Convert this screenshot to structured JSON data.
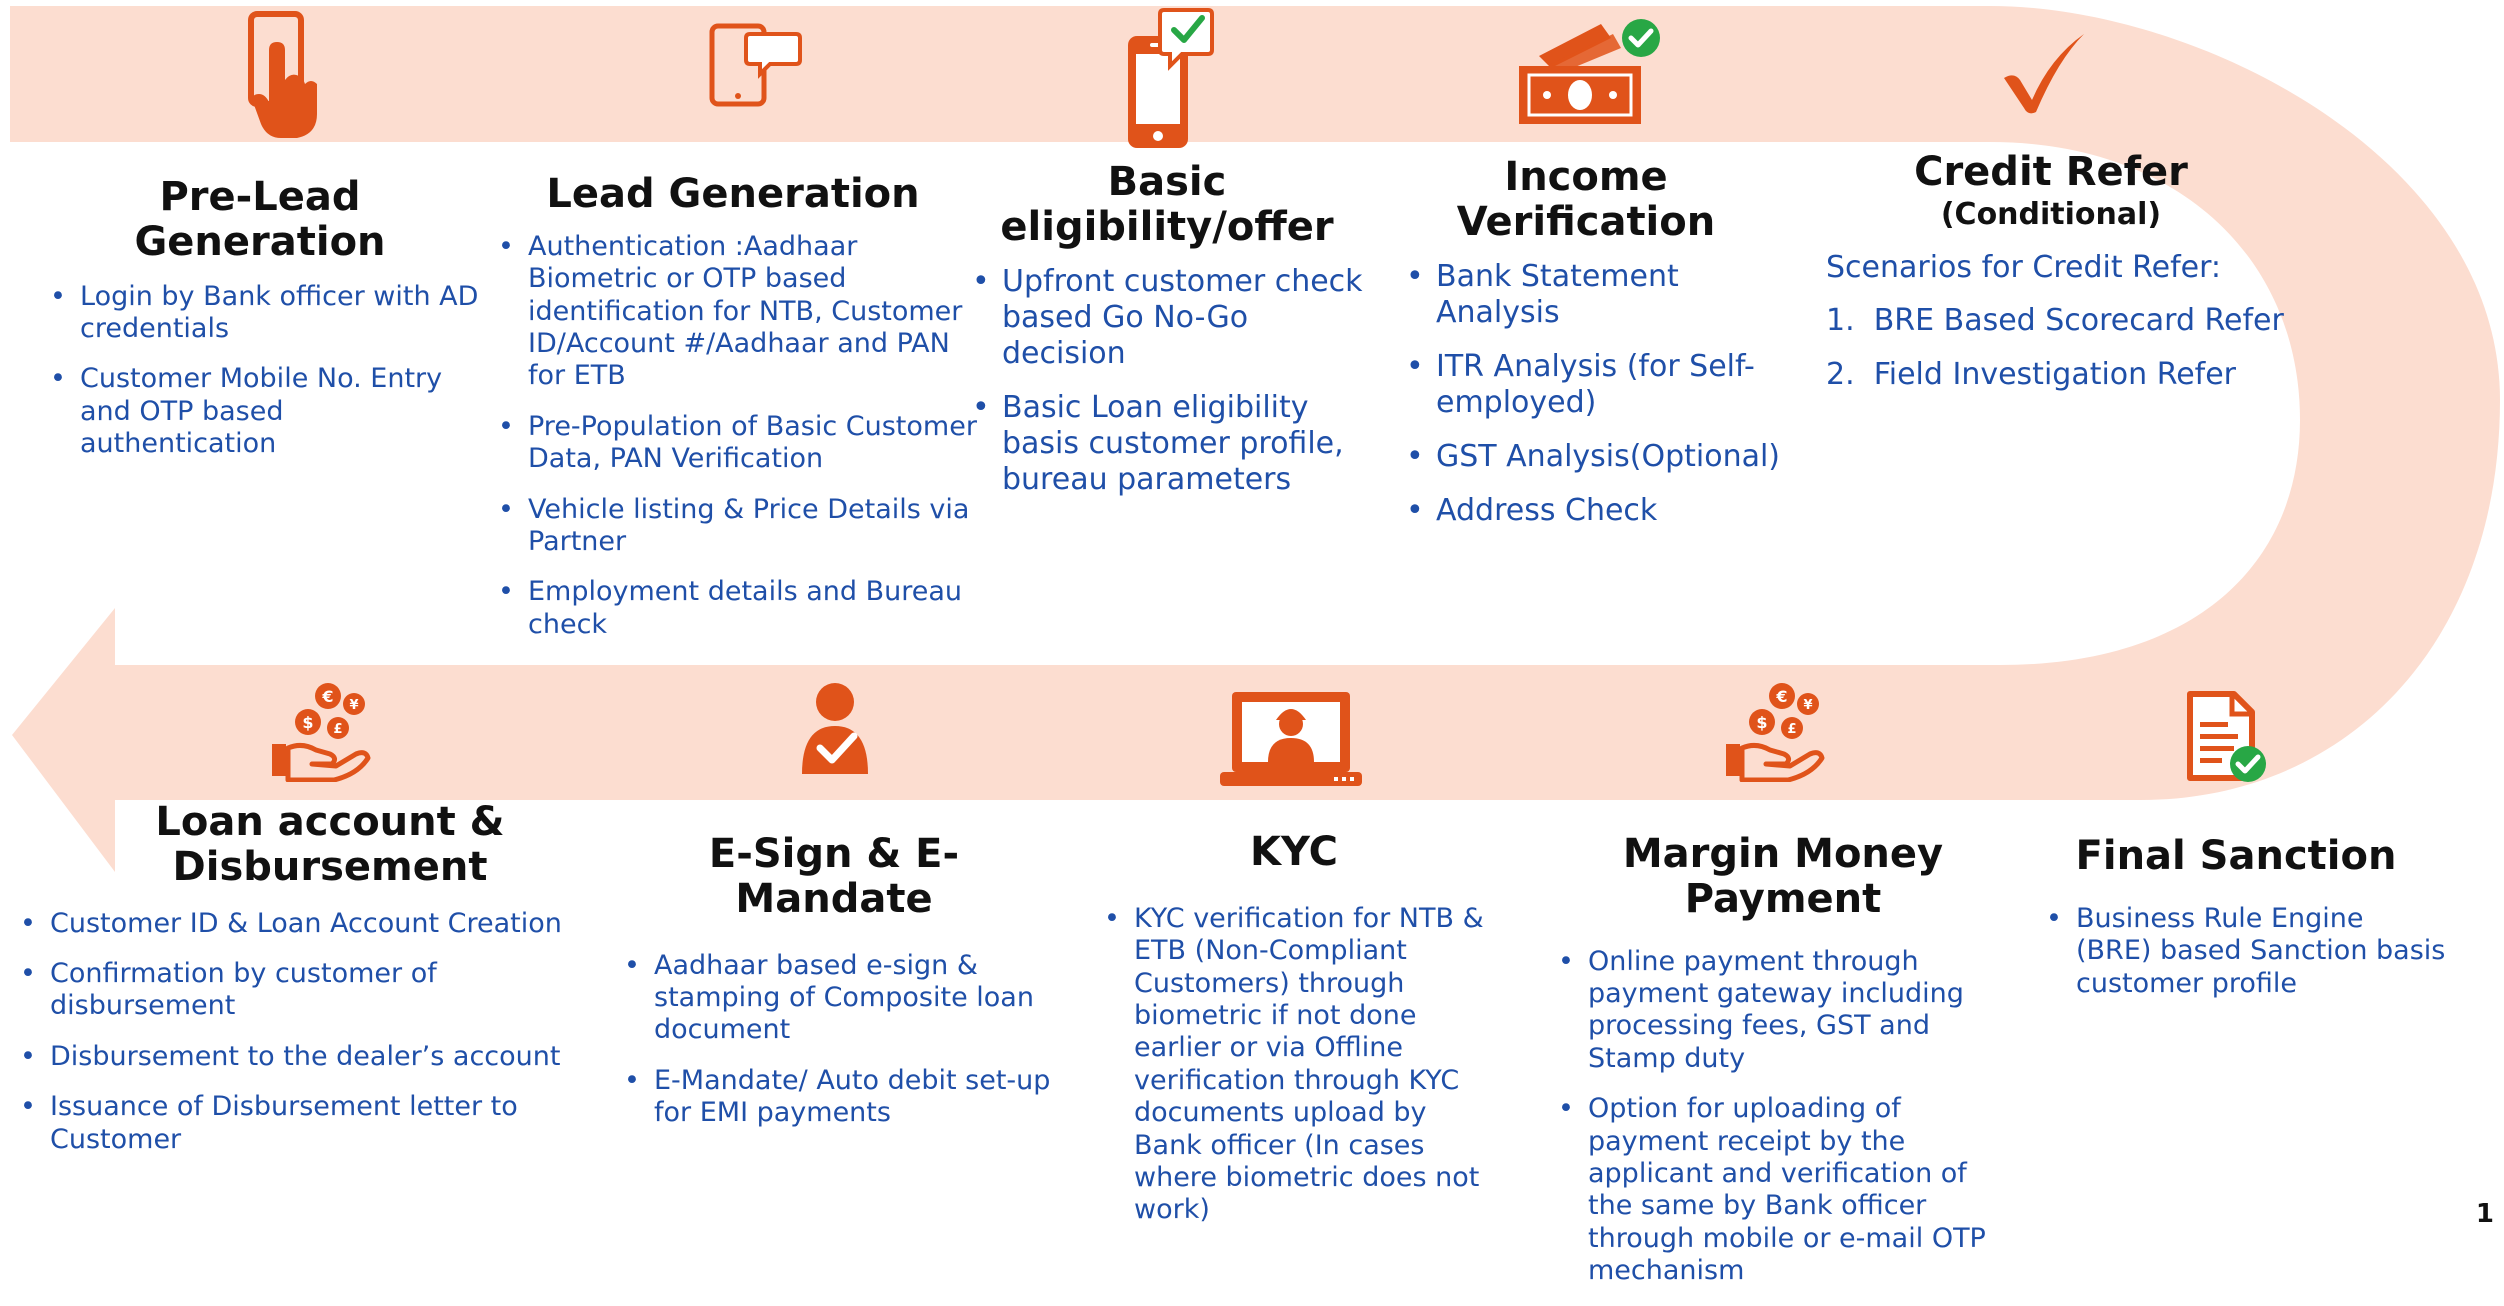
{
  "colors": {
    "band": "#fcddd0",
    "icon": "#e0531a",
    "check": "#28a745",
    "title": "#111111",
    "bullet_text": "#1f4fa8"
  },
  "stages": {
    "pre_lead": {
      "title": "Pre-Lead Generation",
      "icon": "hand-tap-phone-icon",
      "bullets": [
        "Login by Bank officer with AD credentials",
        "Customer Mobile No. Entry and OTP based authentication"
      ]
    },
    "lead": {
      "title": "Lead Generation",
      "icon": "tablet-chat-icon",
      "bullets": [
        "Authentication :Aadhaar Biometric or OTP based identification for NTB, Customer ID/Account #/Aadhaar and PAN for ETB",
        "Pre-Population of Basic Customer Data, PAN Verification",
        "Vehicle listing & Price Details via Partner",
        "Employment details and Bureau check"
      ]
    },
    "eligibility": {
      "title": "Basic eligibility/offer",
      "icon": "phone-check-icon",
      "bullets": [
        "Upfront customer check based Go No-Go decision",
        "Basic Loan eligibility basis customer profile, bureau parameters"
      ]
    },
    "income": {
      "title": "Income Verification",
      "icon": "money-check-icon",
      "bullets": [
        "Bank Statement Analysis",
        "ITR Analysis (for Self-employed)",
        "GST Analysis(Optional)",
        "Address Check"
      ]
    },
    "credit_refer": {
      "title": "Credit Refer",
      "subtitle": "(Conditional)",
      "icon": "checkmark-icon",
      "intro": "Scenarios for Credit Refer:",
      "items": [
        "1.  BRE Based Scorecard Refer",
        "2.  Field Investigation Refer"
      ]
    },
    "final_sanction": {
      "title": "Final Sanction",
      "icon": "document-check-icon",
      "bullets": [
        "Business Rule Engine (BRE) based Sanction basis customer profile"
      ]
    },
    "margin_money": {
      "title": "Margin Money Payment",
      "icon": "hand-coins-icon",
      "bullets": [
        "Online payment through payment gateway including processing fees, GST and Stamp duty",
        "Option for uploading of payment receipt by the applicant and verification of the same by Bank officer through mobile or e-mail OTP mechanism"
      ]
    },
    "kyc": {
      "title": "KYC",
      "icon": "laptop-user-icon",
      "bullets": [
        "KYC verification for NTB & ETB (Non-Compliant Customers) through biometric if not done earlier or  via Offline verification through  KYC documents upload by Bank officer (In cases where biometric does not work)"
      ]
    },
    "esign": {
      "title": "E-Sign & E-Mandate",
      "icon": "person-check-icon",
      "bullets": [
        "Aadhaar based e-sign & stamping of Composite loan document",
        "E-Mandate/ Auto debit set-up for EMI payments"
      ]
    },
    "loan_account": {
      "title": "Loan account & Disbursement",
      "icon": "hand-coins-icon",
      "bullets": [
        "Customer ID & Loan Account Creation",
        "Confirmation by customer of disbursement",
        "Disbursement to the dealer’s account",
        "Issuance of Disbursement letter to Customer"
      ]
    }
  },
  "page_number": "1"
}
